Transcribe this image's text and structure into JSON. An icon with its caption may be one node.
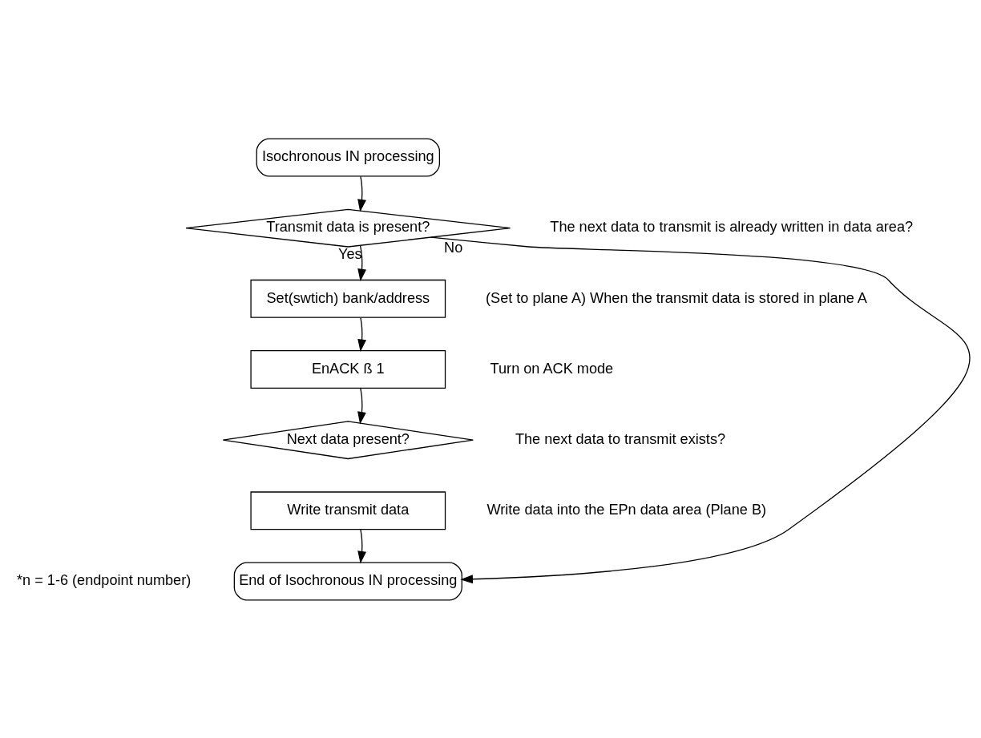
{
  "diagram": {
    "nodes": [
      {
        "text": [
          "Isochronous IN processing"
        ]
      },
      {
        "text": [
          "Transmit data is present?"
        ],
        "beside": [
          "The next data to transmit is already written in data area?"
        ]
      },
      {
        "text": [
          "Set(swtich) bank/address"
        ],
        "beside": [
          "(Set to plane A) When the transmit data is stored in plane A"
        ]
      },
      {
        "text": [
          "EnACK ß 1"
        ],
        "beside": [
          "Turn on ACK mode"
        ]
      },
      {
        "text": [
          "Next data present?"
        ],
        "beside": [
          "The next data to transmit exists?"
        ]
      },
      {
        "text": [
          "Write transmit data"
        ],
        "beside": [
          "Write data into the EPn data area (Plane B)"
        ]
      },
      {
        "text": [
          "End of Isochronous IN processing"
        ]
      }
    ],
    "edges": [
      {
        "from": 0,
        "to": 1,
        "arrow": "to"
      },
      {
        "from": 1,
        "to": 2,
        "arrow": "to",
        "label": "Yes"
      },
      {
        "from": 2,
        "to": 3,
        "arrow": "to"
      },
      {
        "from": 3,
        "to": 4,
        "arrow": "to"
      },
      {
        "from": 1,
        "to": 6,
        "arrow": "to",
        "label": "No"
      },
      {
        "from": 5,
        "to": 6,
        "arrow": "to"
      }
    ],
    "labels": [
      "*n = 1-6 (endpoint number)"
    ]
  }
}
